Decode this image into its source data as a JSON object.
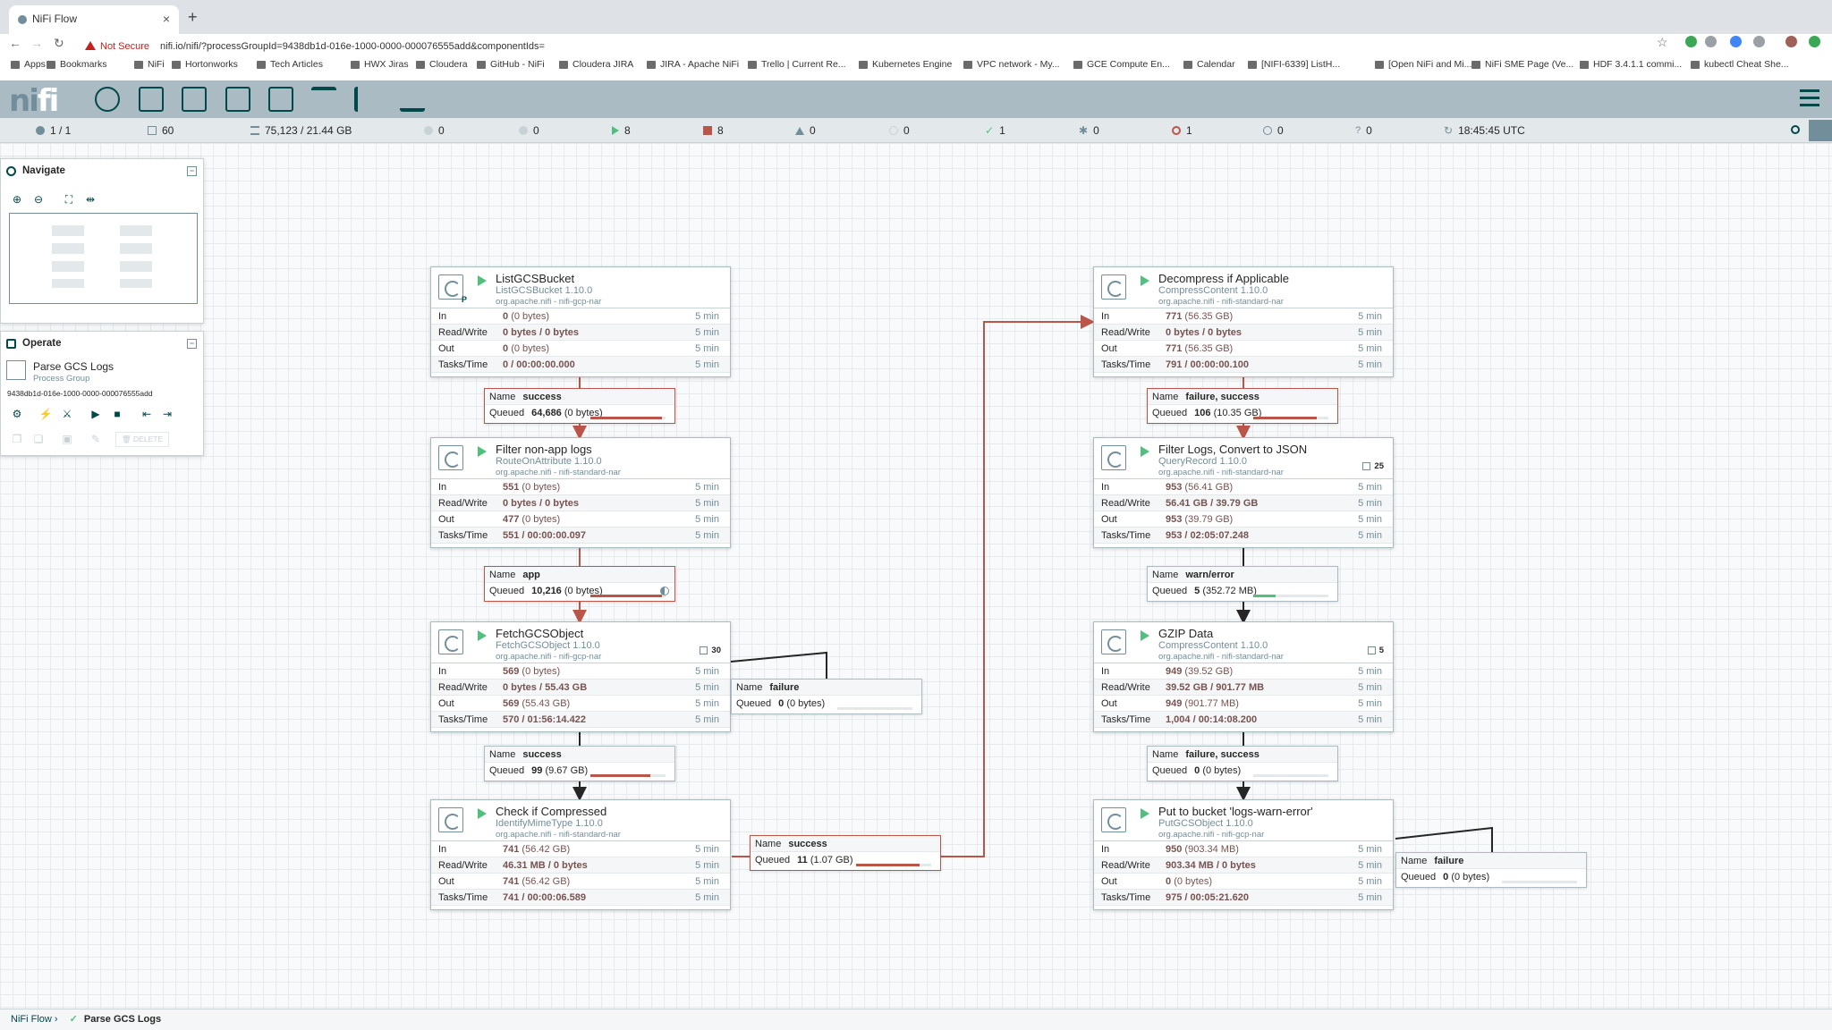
{
  "browser": {
    "tab_title": "NiFi Flow",
    "not_secure": "Not Secure",
    "url": "nifi.io/nifi/?processGroupId=9438db1d-016e-1000-0000-000076555add&componentIds=",
    "bookmarks": [
      "Apps",
      "Bookmarks",
      "NiFi",
      "Hortonworks",
      "Tech Articles",
      "HWX Jiras",
      "Cloudera",
      "GitHub - NiFi",
      "Cloudera JIRA",
      "JIRA - Apache NiFi",
      "Trello | Current Re...",
      "Kubernetes Engine",
      "VPC network - My...",
      "GCE Compute En...",
      "Calendar",
      "[NIFI-6339] ListH...",
      "[Open NiFi and Mi...",
      "NiFi SME Page (Ve...",
      "HDF 3.4.1.1 commi...",
      "kubectl Cheat She..."
    ]
  },
  "status": {
    "cluster": "1 / 1",
    "threads": "60",
    "queued": "75,123 / 21.44 GB",
    "transmitting": "0",
    "not_transmitting": "0",
    "running": "8",
    "stopped": "8",
    "invalid": "0",
    "disabled": "0",
    "up_to_date": "1",
    "locally_modified": "0",
    "sync_failure": "1",
    "stale": "0",
    "unknown": "0",
    "time": "18:45:45 UTC"
  },
  "navigate": {
    "title": "Navigate"
  },
  "operate": {
    "title": "Operate",
    "group_name": "Parse GCS Logs",
    "group_type": "Process Group",
    "group_id": "9438db1d-016e-1000-0000-000076555add",
    "delete_label": "DELETE"
  },
  "processors": {
    "list": {
      "name": "ListGCSBucket",
      "type": "ListGCSBucket 1.10.0",
      "bundle": "org.apache.nifi - nifi-gcp-nar",
      "marker": "P",
      "in": "0",
      "in_size": "(0 bytes)",
      "rw": "0 bytes / 0 bytes",
      "out": "0",
      "out_size": "(0 bytes)",
      "tasks": "0 / 00:00:00.000",
      "window": "5 min"
    },
    "filter": {
      "name": "Filter non-app logs",
      "type": "RouteOnAttribute 1.10.0",
      "bundle": "org.apache.nifi - nifi-standard-nar",
      "in": "551",
      "in_size": "(0 bytes)",
      "rw": "0 bytes / 0 bytes",
      "out": "477",
      "out_size": "(0 bytes)",
      "tasks": "551 / 00:00:00.097",
      "window": "5 min"
    },
    "fetch": {
      "name": "FetchGCSObject",
      "type": "FetchGCSObject 1.10.0",
      "bundle": "org.apache.nifi - nifi-gcp-nar",
      "threads": "30",
      "in": "569",
      "in_size": "(0 bytes)",
      "rw": "0 bytes / 55.43 GB",
      "out": "569",
      "out_size": "(55.43 GB)",
      "tasks": "570 / 01:56:14.422",
      "window": "5 min"
    },
    "check": {
      "name": "Check if Compressed",
      "type": "IdentifyMimeType 1.10.0",
      "bundle": "org.apache.nifi - nifi-standard-nar",
      "in": "741",
      "in_size": "(56.42 GB)",
      "rw": "46.31 MB / 0 bytes",
      "out": "741",
      "out_size": "(56.42 GB)",
      "tasks": "741 / 00:00:06.589",
      "window": "5 min"
    },
    "decompress": {
      "name": "Decompress if Applicable",
      "type": "CompressContent 1.10.0",
      "bundle": "org.apache.nifi - nifi-standard-nar",
      "in": "771",
      "in_size": "(56.35 GB)",
      "rw": "0 bytes / 0 bytes",
      "out": "771",
      "out_size": "(56.35 GB)",
      "tasks": "791 / 00:00:00.100",
      "window": "5 min"
    },
    "query": {
      "name": "Filter Logs, Convert to JSON",
      "type": "QueryRecord 1.10.0",
      "bundle": "org.apache.nifi - nifi-standard-nar",
      "threads": "25",
      "in": "953",
      "in_size": "(56.41 GB)",
      "rw": "56.41 GB / 39.79 GB",
      "out": "953",
      "out_size": "(39.79 GB)",
      "tasks": "953 / 02:05:07.248",
      "window": "5 min"
    },
    "gzip": {
      "name": "GZIP Data",
      "type": "CompressContent 1.10.0",
      "bundle": "org.apache.nifi - nifi-standard-nar",
      "threads": "5",
      "in": "949",
      "in_size": "(39.52 GB)",
      "rw": "39.52 GB / 901.77 MB",
      "out": "949",
      "out_size": "(901.77 MB)",
      "tasks": "1,004 / 00:14:08.200",
      "window": "5 min"
    },
    "put": {
      "name": "Put to bucket 'logs-warn-error'",
      "type": "PutGCSObject 1.10.0",
      "bundle": "org.apache.nifi - nifi-gcp-nar",
      "in": "950",
      "in_size": "(903.34 MB)",
      "rw": "903.34 MB / 0 bytes",
      "out": "0",
      "out_size": "(0 bytes)",
      "tasks": "975 / 00:05:21.620",
      "window": "5 min"
    }
  },
  "row_labels": {
    "in": "In",
    "rw": "Read/Write",
    "out": "Out",
    "tasks": "Tasks/Time"
  },
  "conn_labels": {
    "name": "Name",
    "queued": "Queued"
  },
  "connections": {
    "c1": {
      "name": "success",
      "queued": "64,686",
      "size": "(0 bytes)",
      "fill": 0.95
    },
    "c2": {
      "name": "app",
      "queued": "10,216",
      "size": "(0 bytes)",
      "fill": 0.95
    },
    "c3": {
      "name": "failure",
      "queued": "0",
      "size": "(0 bytes)",
      "fill": 0
    },
    "c4": {
      "name": "success",
      "queued": "99",
      "size": "(9.67 GB)",
      "fill": 0.8
    },
    "c5": {
      "name": "success",
      "queued": "11",
      "size": "(1.07 GB)",
      "fill": 0.85
    },
    "c6": {
      "name": "failure, success",
      "queued": "106",
      "size": "(10.35 GB)",
      "fill": 0.85
    },
    "c7": {
      "name": "warn/error",
      "queued": "5",
      "size": "(352.72 MB)",
      "fill": 0.3
    },
    "c8": {
      "name": "failure, success",
      "queued": "0",
      "size": "(0 bytes)",
      "fill": 0
    },
    "c9": {
      "name": "failure",
      "queued": "0",
      "size": "(0 bytes)",
      "fill": 0
    }
  },
  "breadcrumb": {
    "root": "NiFi Flow",
    "current": "Parse GCS Logs"
  },
  "colors": {
    "header": "#aabbc3",
    "accent": "#004849",
    "running": "#52bf7e",
    "stopped": "#ba554a",
    "full_queue": "#ba554a",
    "partial_queue": "#52bf7e"
  }
}
